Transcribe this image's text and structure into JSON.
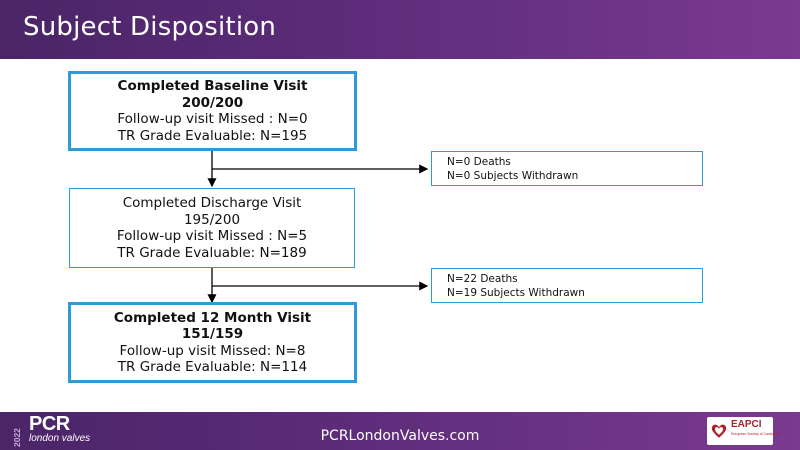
{
  "slide": {
    "title": "Subject Disposition",
    "footer_url": "PCRLondonValves.com"
  },
  "logo": {
    "year": "2022",
    "brand": "PCR",
    "sub": "london valves",
    "partner": "EAPCI",
    "partner_sub": "European Society of Cardiology",
    "partner_icon": "heart-icon"
  },
  "flow": {
    "baseline": {
      "title": "Completed Baseline Visit",
      "count": "200/200",
      "missed": "Follow-up visit Missed : N=0",
      "evaluable": "TR Grade Evaluable: N=195"
    },
    "discharge": {
      "title": "Completed Discharge Visit",
      "count": "195/200",
      "missed": "Follow-up visit Missed : N=5",
      "evaluable": "TR Grade Evaluable: N=189"
    },
    "month12": {
      "title": "Completed 12 Month Visit",
      "count": "151/159",
      "missed": "Follow-up visit Missed: N=8",
      "evaluable": "TR Grade Evaluable: N=114"
    },
    "exit1": {
      "deaths": "N=0 Deaths",
      "withdrawn": "N=0 Subjects Withdrawn"
    },
    "exit2": {
      "deaths": "N=22 Deaths",
      "withdrawn": "N=19 Subjects Withdrawn"
    }
  },
  "colors": {
    "header": "#5b2b78",
    "box_border": "#2c9bd6",
    "connector": "#000000"
  }
}
